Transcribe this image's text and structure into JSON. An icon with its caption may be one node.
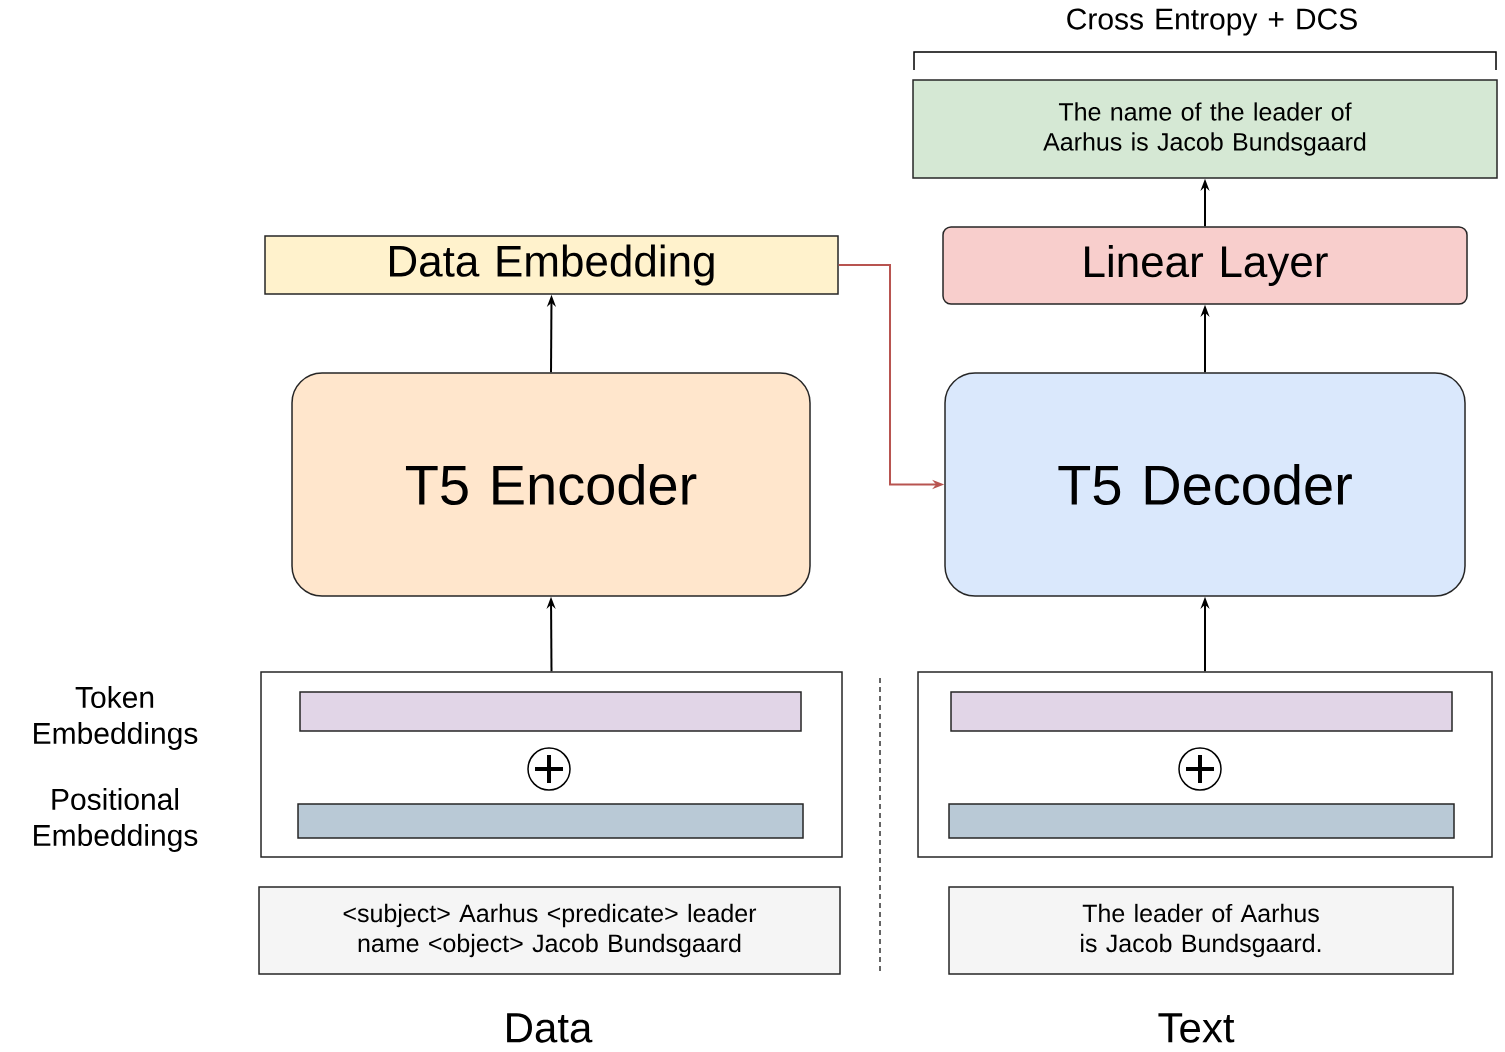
{
  "diagram": {
    "nodes": [
      {
        "text": [
          "The name of the leader of Aarhus is Jacob Bundsgaard"
        ]
      },
      {
        "text": [
          "Data Embedding"
        ]
      },
      {
        "text": [
          "Linear Layer"
        ]
      },
      {
        "text": [
          "T5 Encoder"
        ]
      },
      {
        "text": [
          "T5 Decoder"
        ]
      },
      {
        "text": [],
        "shape": "box"
      },
      {
        "text": [],
        "shape": "bar",
        "in": 5
      },
      {
        "text": [],
        "shape": "circle",
        "in": 5
      },
      {
        "text": [],
        "shape": "bar",
        "in": 5
      },
      {
        "text": [],
        "shape": "box"
      },
      {
        "text": [],
        "shape": "bar",
        "in": 9
      },
      {
        "text": [],
        "shape": "circle",
        "in": 9
      },
      {
        "text": [],
        "shape": "bar",
        "in": 9
      },
      {
        "text": [
          "<subject> Aarhus <predicate> leader name <object> Jacob Bundsgaard"
        ]
      },
      {
        "text": [
          "The leader of Aarhus is Jacob Bundsgaard."
        ]
      }
    ],
    "edges": [
      {
        "from": 5,
        "to": 3,
        "arrow": "to"
      },
      {
        "from": 3,
        "to": 1,
        "arrow": "to"
      },
      {
        "from": 1,
        "to": 4,
        "arrow": "to",
        "color": "#b85450"
      },
      {
        "from": 9,
        "to": 4,
        "arrow": "to"
      },
      {
        "from": 4,
        "to": 2,
        "arrow": "to"
      },
      {
        "from": 2,
        "to": 0,
        "arrow": "to"
      }
    ],
    "labels": [
      "Cross Entropy + DCS",
      "Token Embeddings",
      "Positional Embeddings",
      "Data",
      "Text"
    ]
  }
}
